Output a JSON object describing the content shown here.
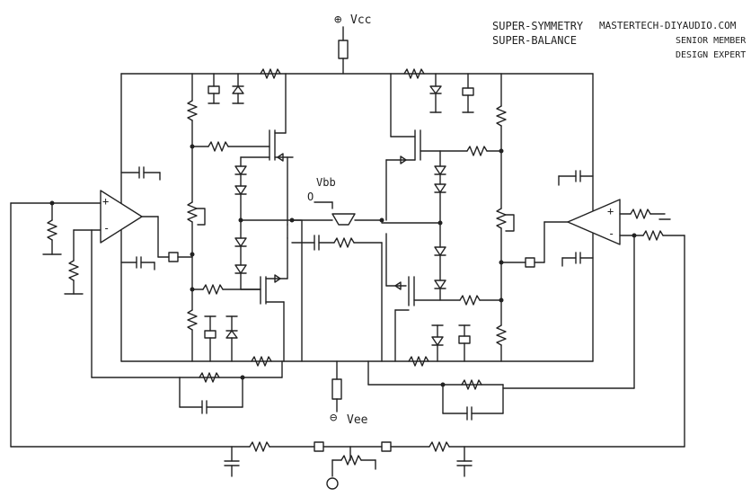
{
  "header": {
    "title_line1": "SUPER-SYMMETRY",
    "title_line2": "SUPER-BALANCE",
    "site": "MASTERTECH-DIYAUDIO.COM",
    "rank_line1": "SENIOR MEMBER",
    "rank_line2": "DESIGN EXPERT"
  },
  "rails": {
    "vcc": "Vcc",
    "vee": "Vee",
    "vbb": "Vbb",
    "vbb_marker": "O"
  },
  "opamps": {
    "left_plus": "+",
    "left_minus": "-",
    "right_plus": "+",
    "right_minus": "-"
  },
  "symbols": {
    "rail_plus": "⊕",
    "rail_minus": "⊖",
    "input_source": "⊙"
  },
  "colors": {
    "ink": "#222222",
    "paper": "#ffffff"
  }
}
